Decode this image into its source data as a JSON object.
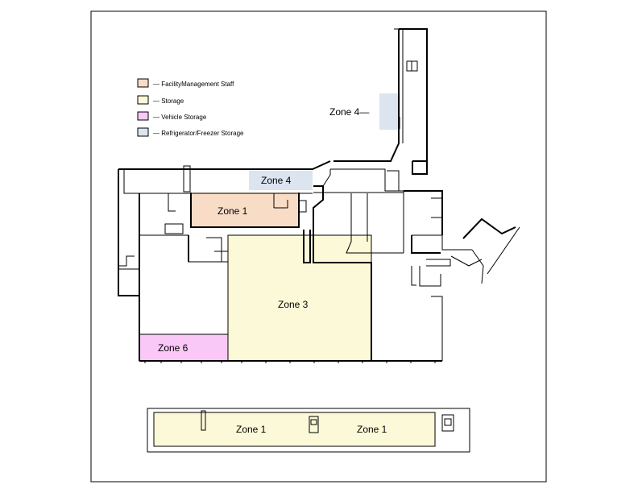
{
  "colors": {
    "facility_staff": "#f9dcc6",
    "storage": "#fbf9d8",
    "vehicle_storage": "#f9c8f6",
    "refrigerator": "#dbe4ef",
    "wall": "#000000"
  },
  "legend": [
    {
      "label": "— FacilityManagement Staff",
      "color_key": "facility_staff"
    },
    {
      "label": "— Storage",
      "color_key": "storage"
    },
    {
      "label": "— Vehicle Storage",
      "color_key": "vehicle_storage"
    },
    {
      "label": "— Refrigerator/Freezer Storage",
      "color_key": "refrigerator"
    }
  ],
  "zones": {
    "zone4_callout": "Zone 4—",
    "zone4_strip": "Zone 4",
    "zone1_main": "Zone 1",
    "zone3": "Zone 3",
    "zone6": "Zone 6",
    "zone1_bottom_left": "Zone 1",
    "zone1_bottom_right": "Zone 1"
  },
  "icons": [
    "elevator-icon",
    "stair-icon",
    "restroom-icon"
  ]
}
